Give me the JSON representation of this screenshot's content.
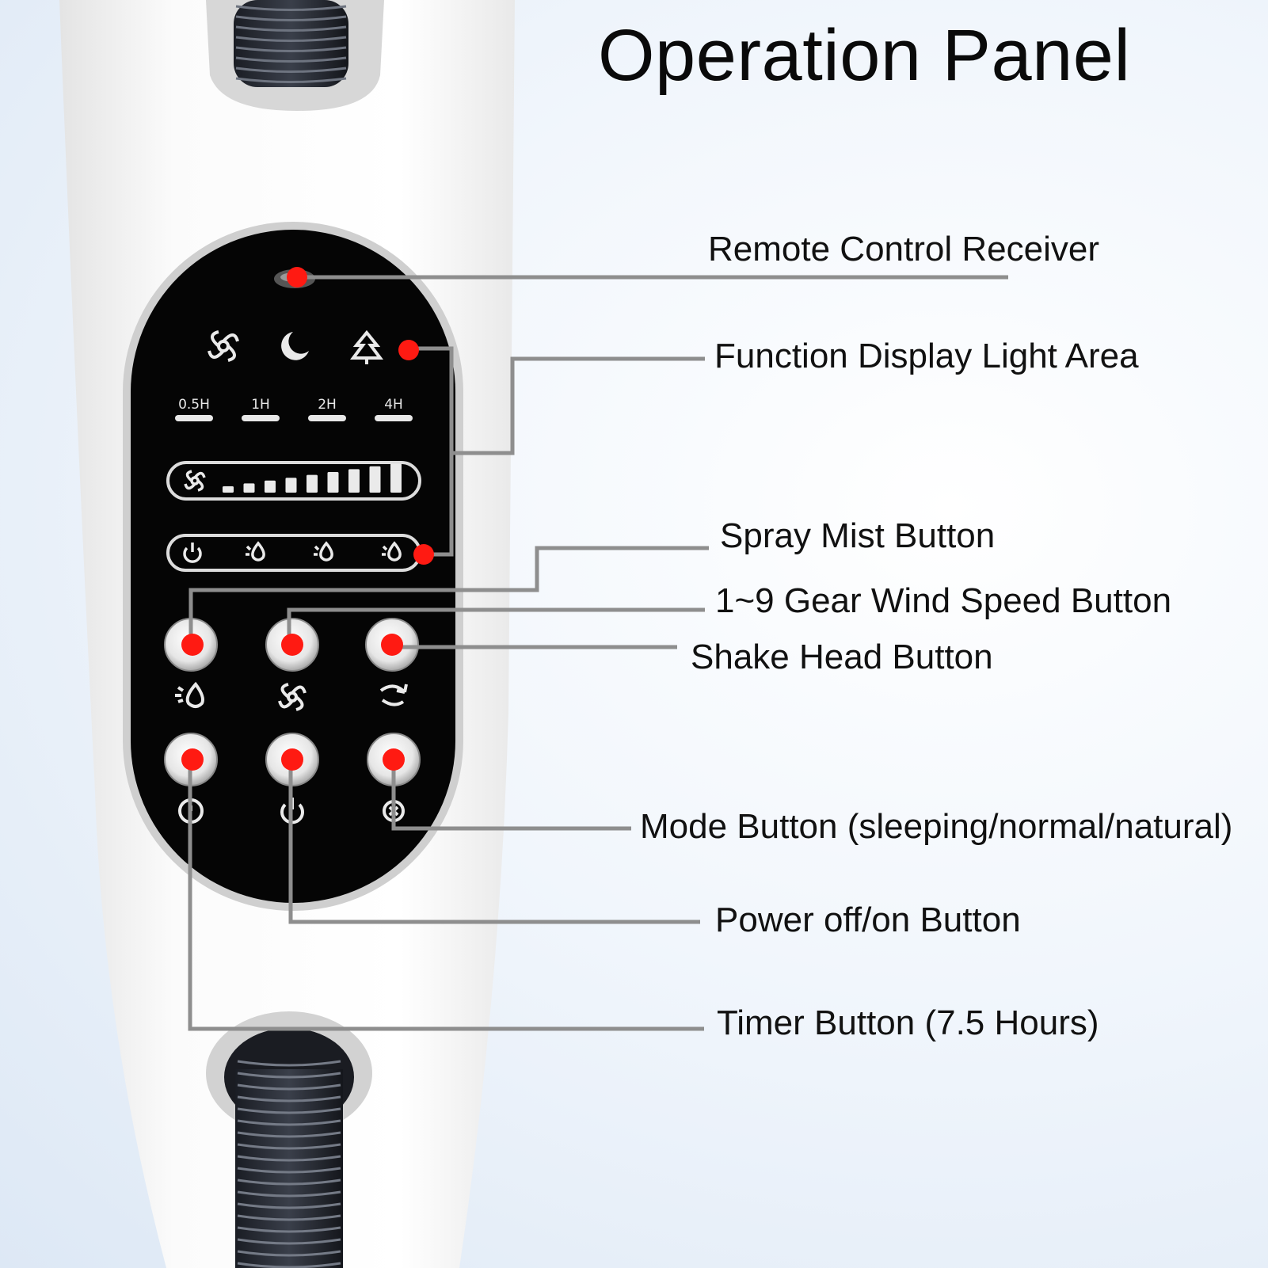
{
  "title": "Operation Panel",
  "timer_labels": [
    "0.5H",
    "1H",
    "2H",
    "4H"
  ],
  "callouts": {
    "remote_control_receiver": "Remote Control Receiver",
    "function_display_light_area": "Function Display Light Area",
    "spray_mist_button": "Spray Mist Button",
    "wind_speed_button": "1~9 Gear Wind Speed Button",
    "shake_head_button": "Shake Head Button",
    "mode_button": "Mode Button (sleeping/normal/natural)",
    "power_button": "Power off/on Button",
    "timer_button": "Timer Button (7.5 Hours)"
  },
  "colors": {
    "marker": "#ff1a12",
    "leader_line": "#8e8e8e",
    "panel": "#050505",
    "body": "#f7f7f7"
  }
}
